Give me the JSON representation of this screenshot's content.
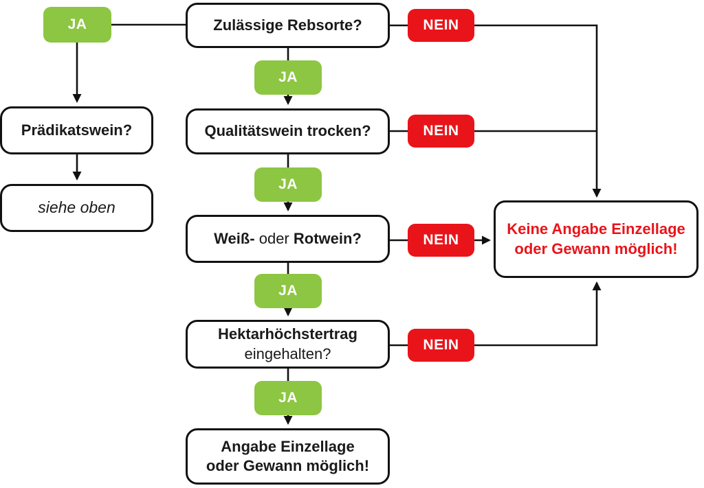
{
  "diagram": {
    "title": "Einzellage/Gewann decision flowchart",
    "colors": {
      "yes_green": "#8dc642",
      "no_red": "#e9141a",
      "warning_red": "#e9141a",
      "line_black": "#111111"
    },
    "badges": {
      "yes_label": "JA",
      "no_label": "NEIN"
    },
    "nodes": {
      "rebsorte": {
        "label": "Zulässige Rebsorte?"
      },
      "praedikatswein": {
        "label": "Prädikatswein?"
      },
      "siehe_oben": {
        "label": "siehe oben"
      },
      "qualitaetswein": {
        "label": "Qualitätswein trocken?"
      },
      "weiss_rot": {
        "part1": "Weiß-",
        "part2": " oder ",
        "part3": "Rotwein?"
      },
      "hektar": {
        "line1": "Hektarhöchstertrag",
        "line2": "eingehalten?"
      },
      "angabe": {
        "line1": "Angabe Einzellage",
        "line2": "oder Gewann möglich!"
      },
      "keine_angabe": {
        "line1": "Keine Angabe Einzellage",
        "line2": "oder Gewann möglich!"
      }
    }
  }
}
